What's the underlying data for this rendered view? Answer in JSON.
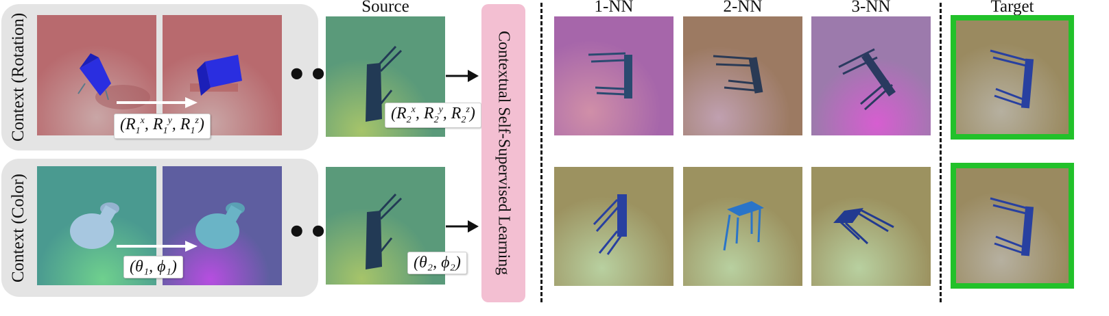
{
  "figure": {
    "context_rotation_label": "Context (Rotation)",
    "context_color_label": "Context (Color)",
    "source_header": "Source",
    "nn_headers": [
      "1-NN",
      "2-NN",
      "3-NN"
    ],
    "target_header": "Target",
    "ellipsis": "•••",
    "method_label": "Contextual Self-Supervised Learning",
    "rotation_context_tag": {
      "open": "(",
      "var": "R",
      "sub": "1",
      "sup": [
        "x",
        "y",
        "z"
      ],
      "close": ")"
    },
    "rotation_source_tag": {
      "open": "(",
      "var": "R",
      "sub": "2",
      "sup": [
        "x",
        "y",
        "z"
      ],
      "close": ")"
    },
    "color_context_tag": "(θ₁, ϕ₁)",
    "color_source_tag": "(θ₂, ϕ₂)"
  },
  "colors": {
    "context_panel": "#e4e4e4",
    "pink_box": "#f3bfd2",
    "target_frame": "#22c12a",
    "arrow_white": "#ffffff",
    "arrow_black": "#111111"
  },
  "images": {
    "rotation_context_1": {
      "object": "chair-rotated",
      "tint": "red"
    },
    "rotation_context_2": {
      "object": "chair-rotated",
      "tint": "red"
    },
    "rotation_source": {
      "object": "stool",
      "tint": "green"
    },
    "color_context_1": {
      "object": "vase",
      "tint": "teal"
    },
    "color_context_2": {
      "object": "vase",
      "tint": "purple"
    },
    "color_source": {
      "object": "stool",
      "tint": "green"
    },
    "rotation_nn": [
      {
        "tint": "magenta"
      },
      {
        "tint": "brown"
      },
      {
        "tint": "violet"
      }
    ],
    "color_nn": [
      {
        "tint": "olive"
      },
      {
        "tint": "olive"
      },
      {
        "tint": "olive"
      }
    ],
    "rotation_target": {
      "tint": "olive"
    },
    "color_target": {
      "tint": "olive"
    }
  }
}
